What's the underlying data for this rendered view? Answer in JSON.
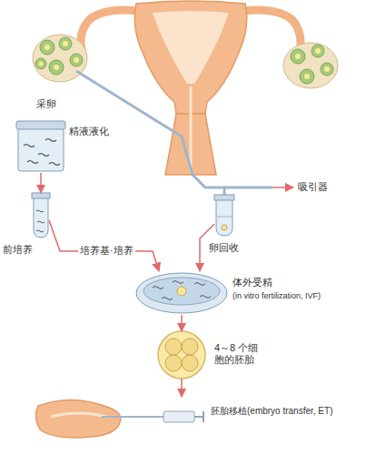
{
  "diagram": {
    "nodes": [
      {
        "text": [
          "精液液化"
        ]
      },
      {
        "text": [
          "前培养"
        ]
      },
      {
        "text": [
          "卵回收"
        ]
      },
      {
        "text": [
          "体外受精",
          "(in vitro fertilization, IVF)"
        ]
      },
      {
        "text": [
          "4～8 个细胞的胚胎"
        ]
      },
      {
        "text": [
          "胚胎移植(embryo transfer, ET)"
        ]
      }
    ],
    "edges": [
      {
        "from": 0,
        "to": 1,
        "arrow": "to"
      },
      {
        "from": 1,
        "to": 3,
        "label": "培养基·培养",
        "arrow": "to"
      },
      {
        "from": 2,
        "to": 3,
        "arrow": "to"
      },
      {
        "from": 3,
        "to": 4,
        "arrow": "to"
      },
      {
        "from": 4,
        "to": 5,
        "arrow": "to"
      }
    ],
    "labels": [
      "采卵",
      "吸引器"
    ]
  }
}
